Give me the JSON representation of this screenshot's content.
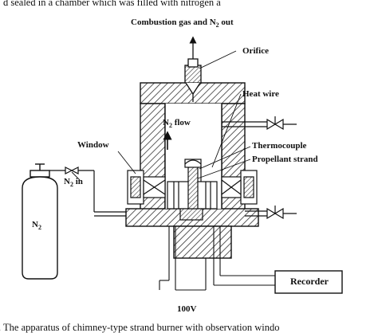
{
  "caption_top": "d sealed in a chamber which was filled with nitrogen a",
  "caption_bottom": ". The apparatus of chimney-type strand burner with observation windo",
  "labels": {
    "gas_out_prefix": "Combustion gas and N",
    "gas_out_sub": "2",
    "gas_out_suffix": " out",
    "orifice": "Orifice",
    "heat_wire": "Heat wire",
    "window": "Window",
    "n2_flow_prefix": "N",
    "n2_flow_sub": "2",
    "n2_flow_suffix": " flow",
    "thermocouple": "Thermocouple",
    "propellant_strand": "Propellant strand",
    "n2_in_prefix": "N",
    "n2_in_sub": "2",
    "n2_in_suffix": " in",
    "cylinder_prefix": "N",
    "cylinder_sub": "2",
    "recorder": "Recorder",
    "voltage": "100V"
  },
  "colors": {
    "ink": "#111111",
    "hatch": "#333333",
    "background": "#ffffff"
  }
}
